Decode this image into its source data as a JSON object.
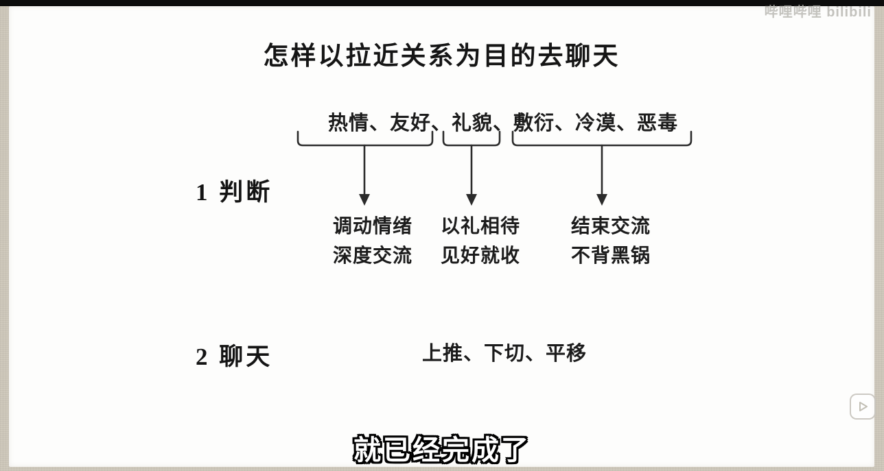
{
  "slide": {
    "title": "怎样以拉近关系为目的去聊天",
    "emotion_words": "热情、友好、礼貌、敷衍、冷漠、恶毒",
    "section1": {
      "label": "1 判断",
      "groups": [
        {
          "line1": "调动情绪",
          "line2": "深度交流"
        },
        {
          "line1": "以礼相待",
          "line2": "见好就收"
        },
        {
          "line1": "结束交流",
          "line2": "不背黑锅"
        }
      ]
    },
    "section2": {
      "label": "2 聊天",
      "content": "上推、下切、平移"
    }
  },
  "caption": "就已经完成了",
  "watermark": "哔哩哔哩 bilibili",
  "colors": {
    "line": "#2b2b2b",
    "slide_bg": "#fdfdfc",
    "frame_bg": "#cfc9bc",
    "caption_fill": "#ffffff",
    "caption_stroke": "#000000"
  },
  "icons": {
    "play": "play-triangle"
  }
}
